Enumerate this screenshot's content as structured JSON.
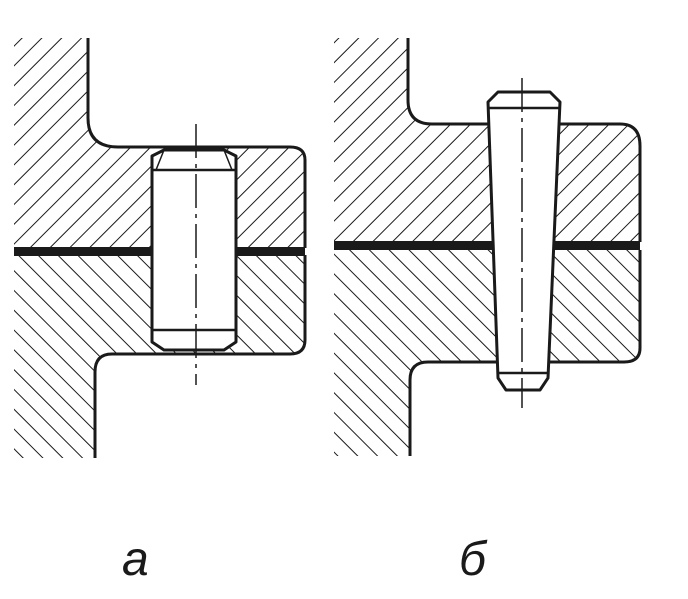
{
  "figures": [
    {
      "id": "a",
      "label": "а",
      "part": "cylindrical-pin-joint"
    },
    {
      "id": "b",
      "label": "б",
      "part": "tapered-pin-joint"
    }
  ],
  "colors": {
    "ink": "#1a1a1a",
    "background": "#ffffff"
  }
}
